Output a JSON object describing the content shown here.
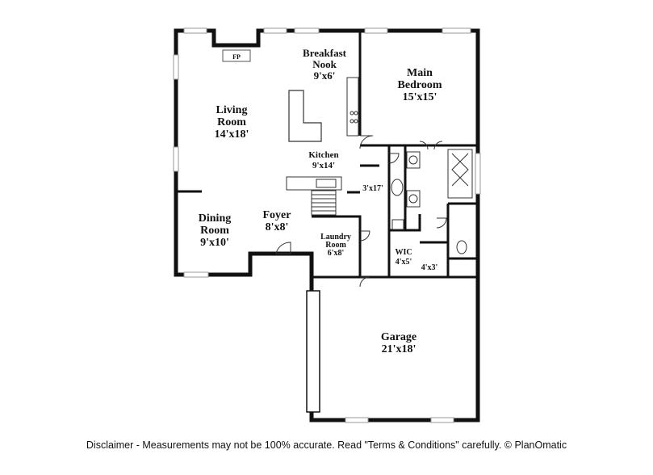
{
  "rooms": {
    "living": {
      "name_1": "Living",
      "name_2": "Room",
      "size": "14'x18'"
    },
    "breakfast": {
      "name_1": "Breakfast",
      "name_2": "Nook",
      "size": "9'x6'"
    },
    "main_bedroom": {
      "name_1": "Main",
      "name_2": "Bedroom",
      "size": "15'x15'"
    },
    "kitchen": {
      "name": "Kitchen",
      "size": "9'x14'"
    },
    "hall": {
      "size": "3'x17'"
    },
    "dining": {
      "name_1": "Dining",
      "name_2": "Room",
      "size": "9'x10'"
    },
    "foyer": {
      "name": "Foyer",
      "size": "8'x8'"
    },
    "laundry": {
      "name_1": "Laundry",
      "name_2": "Room",
      "size": "6'x8'"
    },
    "wic": {
      "name": "WIC",
      "size": "4'x5'"
    },
    "closet": {
      "size": "4'x3'"
    },
    "garage": {
      "name": "Garage",
      "size": "21'x18'"
    }
  },
  "fireplace": {
    "label": "FP"
  },
  "disclaimer": "Disclaimer - Measurements may not be 100% accurate. Read \"Terms & Conditions\" carefully. © PlanOmatic",
  "colors": {
    "wall": "#111111",
    "window": "#9a9a9a",
    "background": "#ffffff"
  }
}
